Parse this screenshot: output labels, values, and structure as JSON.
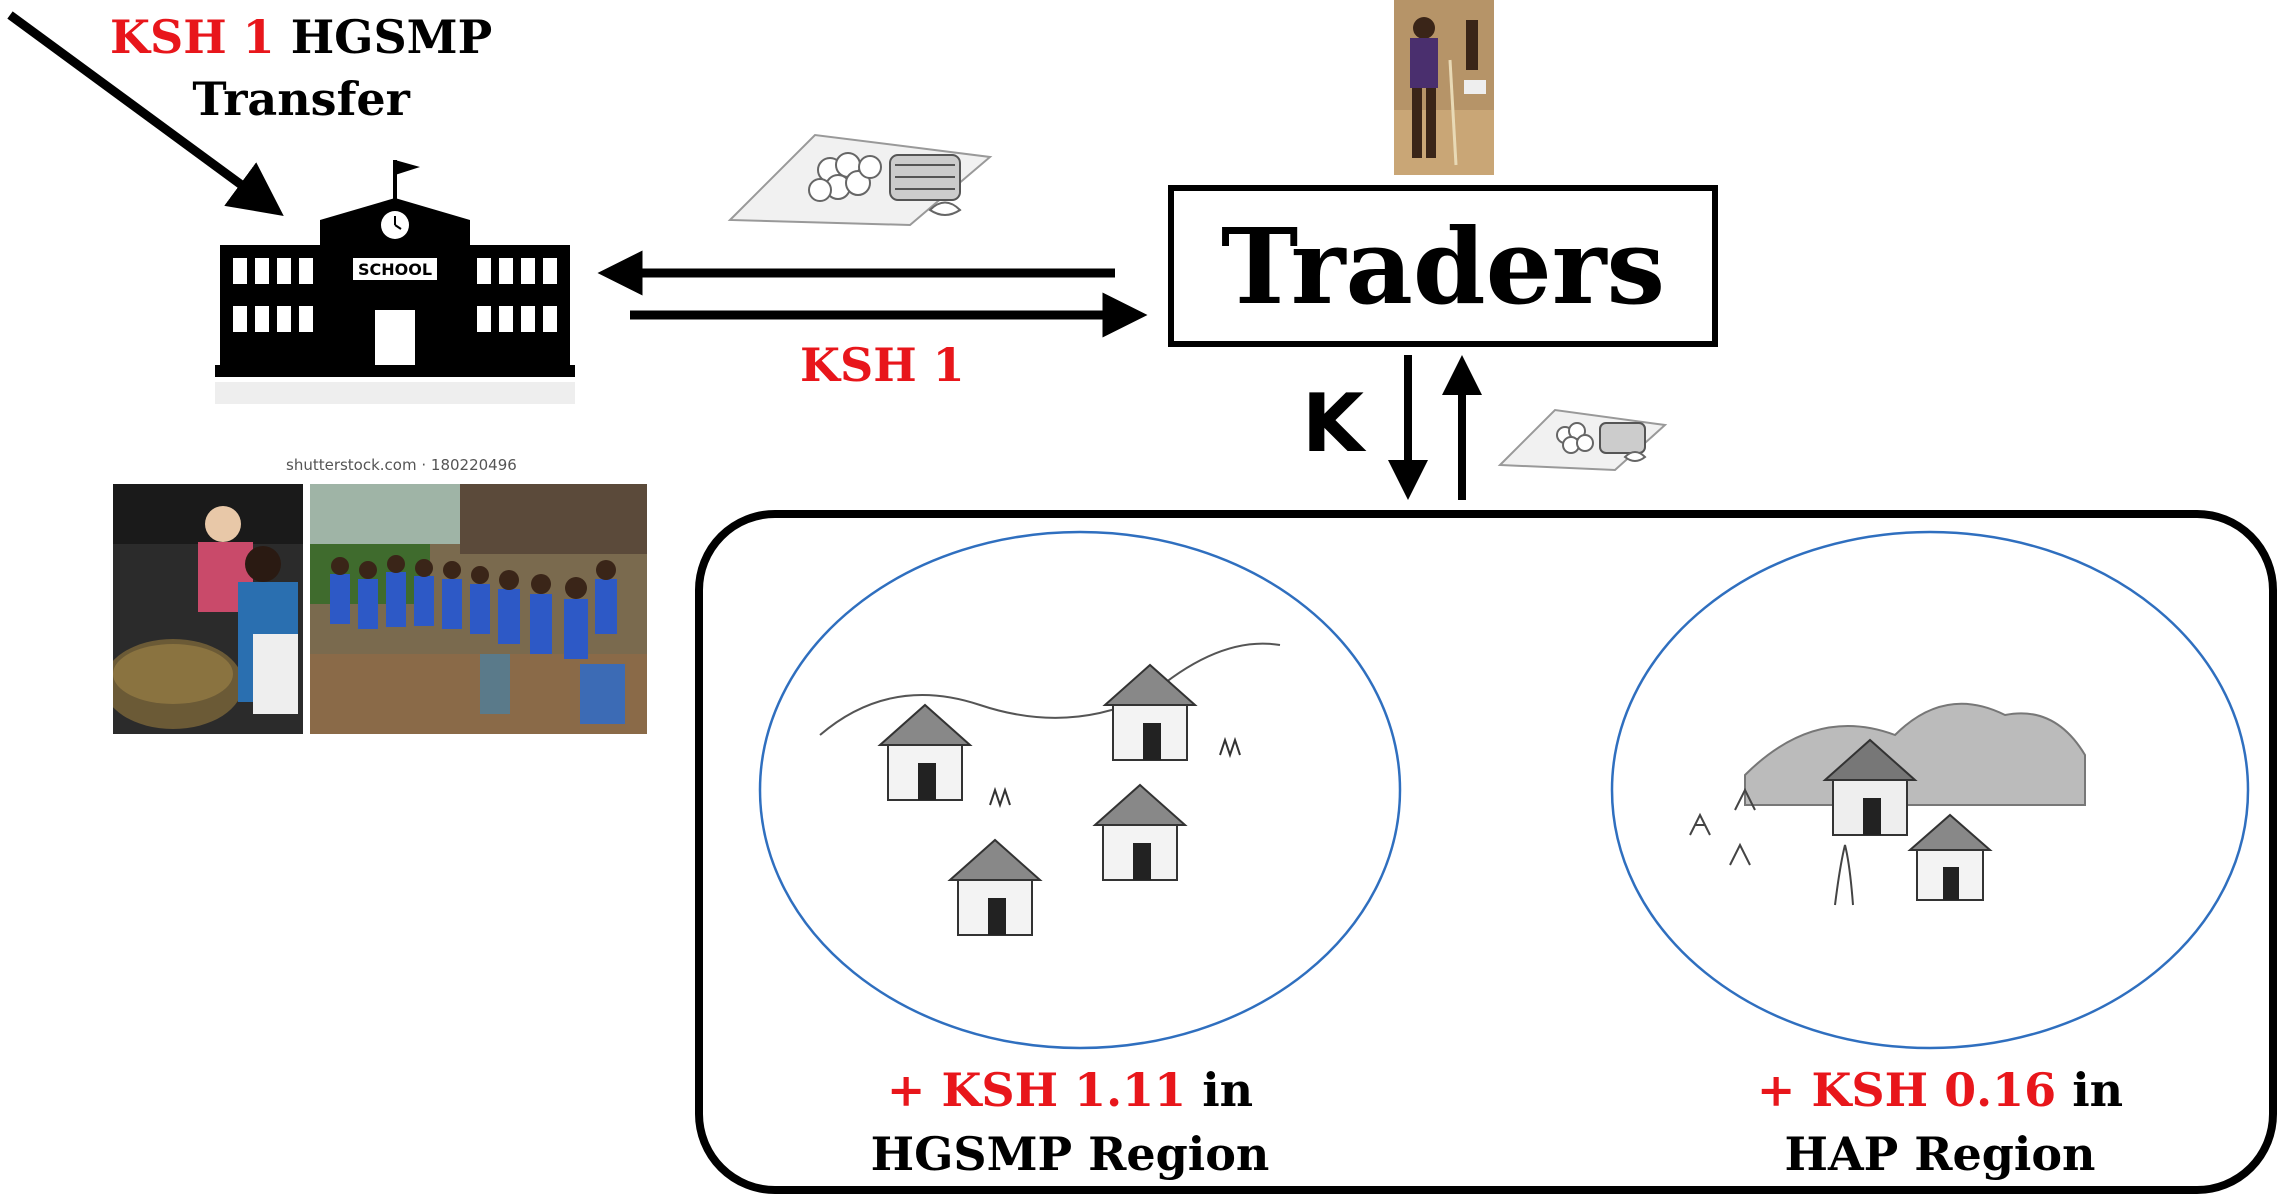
{
  "transfer": {
    "amount": "KSH 1",
    "program": "HGSMP",
    "word": "Transfer"
  },
  "flow": {
    "amount": "KSH 1"
  },
  "traders": {
    "label": "Traders"
  },
  "k_symbol": "K",
  "photo_caption": "shutterstock.com · 180220496",
  "regions": {
    "hgsmp": {
      "gain": "+ KSH 1.11",
      "in": "in",
      "name": "HGSMP Region"
    },
    "hap": {
      "gain": "+ KSH 0.16",
      "in": "in",
      "name": "HAP Region"
    }
  },
  "school_sign": "SCHOOL",
  "colors": {
    "accent_red": "#e8161b",
    "circle_blue": "#2f6fbf",
    "ink": "#000000"
  },
  "icons": [
    "school-building-icon",
    "food-basket-icon",
    "trader-photo",
    "meal-photo",
    "village-huts-icon"
  ]
}
